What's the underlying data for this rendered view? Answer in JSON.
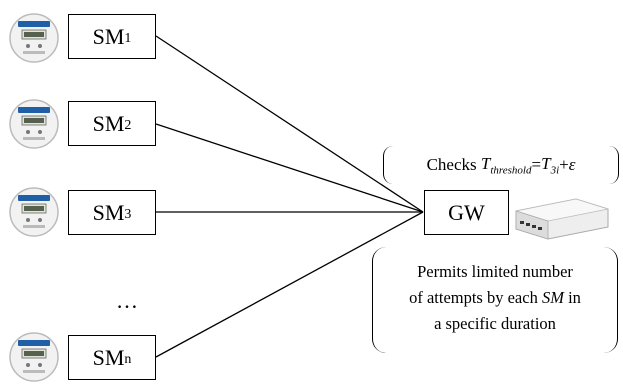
{
  "smart_meters": [
    {
      "label": "SM",
      "subscript": "1"
    },
    {
      "label": "SM",
      "subscript": "2"
    },
    {
      "label": "SM",
      "subscript": "3"
    },
    {
      "label": "SM",
      "subscript": "n"
    }
  ],
  "ellipsis": "…",
  "gateway": {
    "label": "GW"
  },
  "checks_note": {
    "prefix": "Checks ",
    "var_t": "T",
    "var_t_sub": "threshold",
    "equals": " = ",
    "var_t3": "T",
    "var_t3_sub": "3i",
    "plus": " + ",
    "epsilon": "ε"
  },
  "permits_note": {
    "line1": "Permits limited number",
    "line2_prefix": "of attempts by each ",
    "line2_var": "SM",
    "line2_suffix": " in",
    "line3": "a specific duration"
  },
  "colors": {
    "meter_blue": "#1f5fa8",
    "lines": "#000000"
  }
}
